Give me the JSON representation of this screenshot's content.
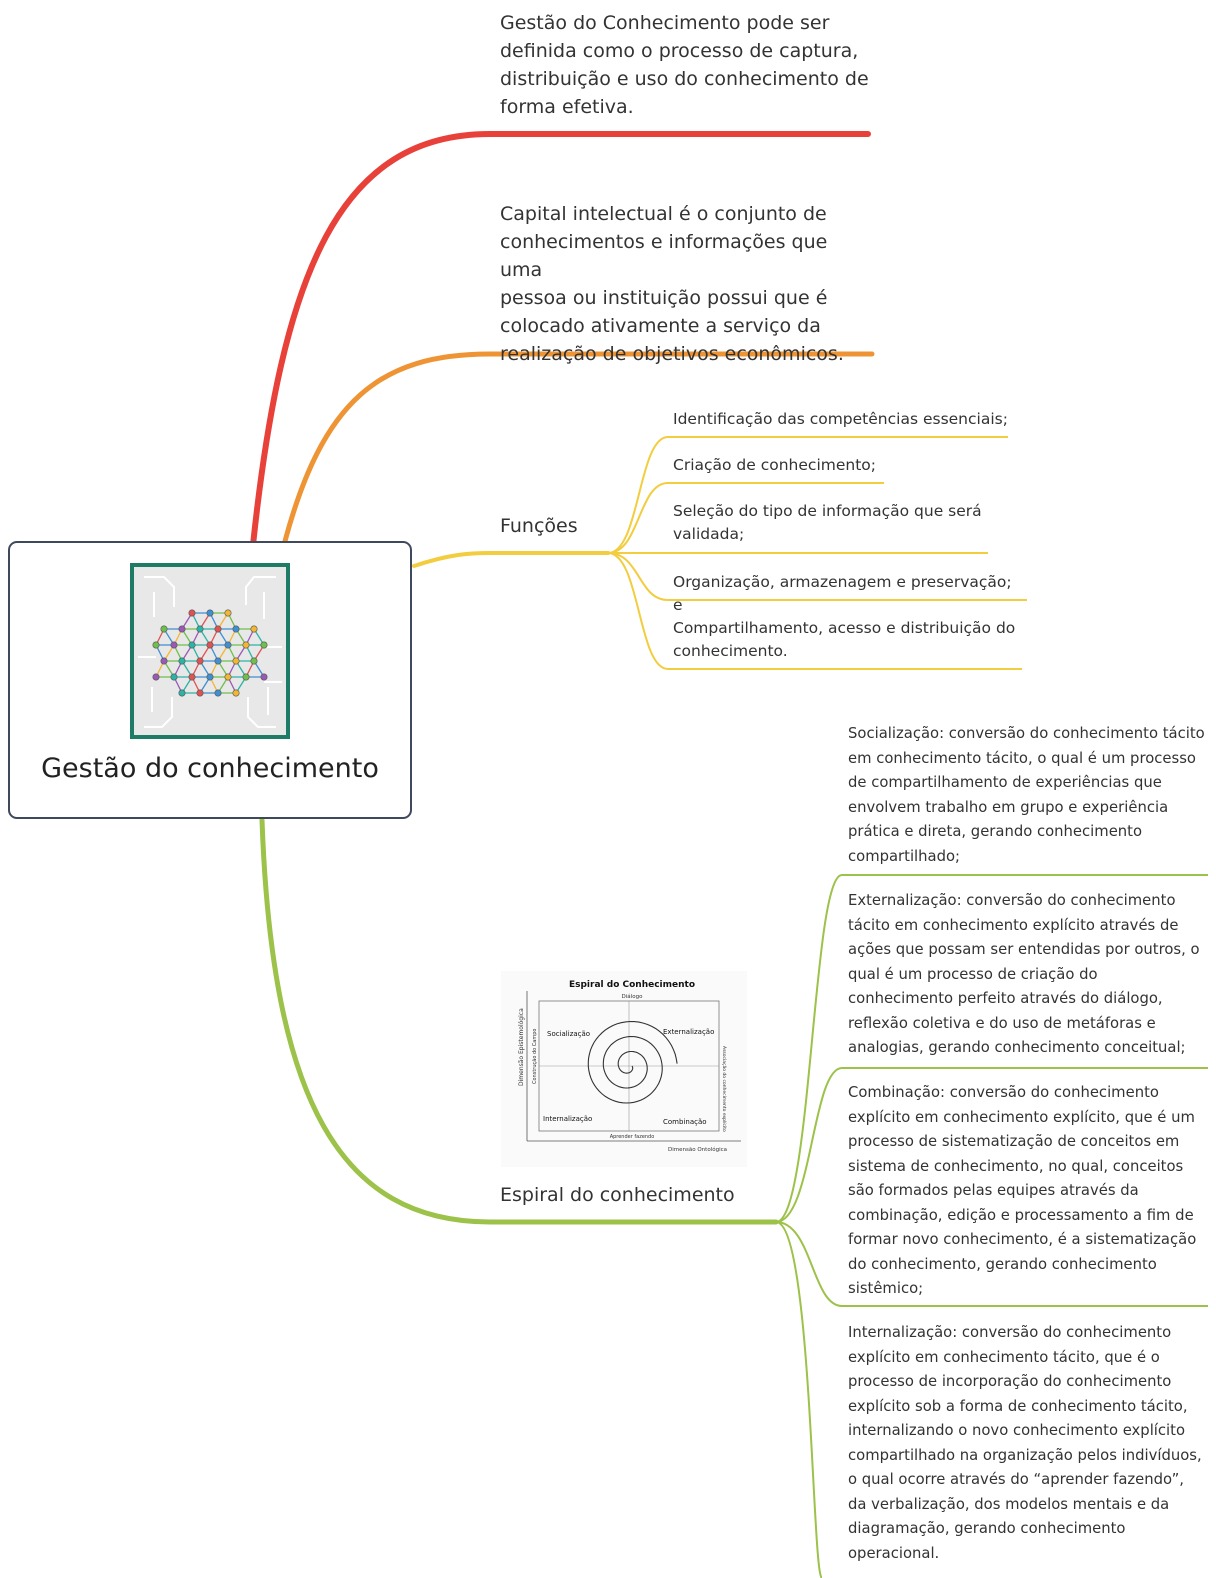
{
  "root": {
    "title": "Gestão do conhecimento",
    "image_icon": "brain-network-icon"
  },
  "branches": {
    "definition": "Gestão do Conhecimento pode ser\ndefinida como o processo de captura,\ndistribuição e uso do conhecimento de\nforma efetiva.",
    "capital": "Capital intelectual é o conjunto de\nconhecimentos e informações que uma\npessoa ou instituição possui que é\ncolocado ativamente a serviço da\nrealização de objetivos econômicos.",
    "funcoes": {
      "label": "Funções",
      "items": [
        "Identificação das competências essenciais;",
        "Criação de conhecimento;",
        "Seleção do tipo de informação que será\nvalidada;",
        "Organização, armazenagem e preservação; e",
        "Compartilhamento, acesso e distribuição do\nconhecimento."
      ]
    },
    "espiral": {
      "label": "Espiral do conhecimento",
      "figure": {
        "title": "Espiral do Conhecimento",
        "top": "Diálogo",
        "bottom": "Aprender fazendo",
        "left_outer": "Dimensão Epistemológica",
        "left_inner": "Construção do Campo",
        "right": "Associação do conhecimento explícito",
        "x_axis": "Dimensão Ontológica",
        "q1": "Socialização",
        "q2": "Externalização",
        "q3": "Internalização",
        "q4": "Combinação"
      },
      "items": [
        "Socialização: conversão do conhecimento tácito\nem conhecimento tácito, o qual é um processo\nde compartilhamento de experiências que\nenvolvem trabalho em grupo e experiência\nprática e direta, gerando conhecimento\ncompartilhado;",
        "Externalização: conversão do conhecimento\ntácito em conhecimento explícito através de\nações que possam ser entendidas por outros, o\nqual é um processo de criação do\nconhecimento perfeito através do diálogo,\nreflexão coletiva e do uso de metáforas e\nanalogias, gerando conhecimento conceitual;",
        "Combinação: conversão do conhecimento\nexplícito em conhecimento explícito, que é um\nprocesso de sistematização de conceitos em\nsistema de conhecimento, no qual, conceitos\nsão formados pelas equipes através da\ncombinação, edição e processamento a fim de\nformar novo conhecimento, é a sistematização\ndo conhecimento, gerando conhecimento\nsistêmico;",
        "Internalização: conversão do conhecimento\nexplícito em conhecimento tácito, que é o\nprocesso de incorporação do conhecimento\nexplícito sob a forma de conhecimento tácito,\ninternalizando o novo conhecimento explícito\ncompartilhado na organização pelos indivíduos,\no qual ocorre através do “aprender fazendo”,\nda verbalização, dos modelos mentais e da\ndiagramação, gerando conhecimento\noperacional."
      ]
    }
  },
  "colors": {
    "red": "#e8413a",
    "orange": "#ee9434",
    "yellow": "#f2cd3f",
    "green": "#9cc24a",
    "root_border": "#3e4a5c",
    "image_border": "#1e7b66"
  }
}
